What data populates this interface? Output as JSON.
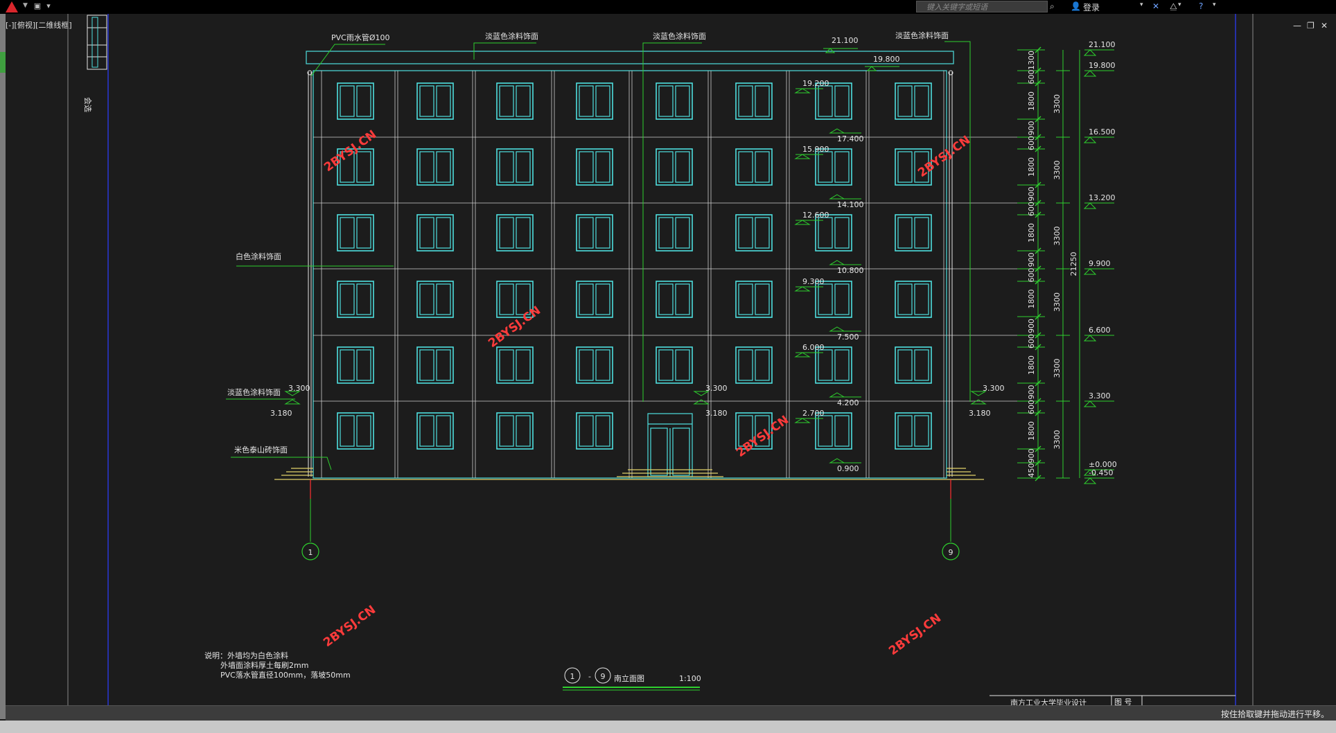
{
  "app": {
    "search_placeholder": "键入关键字或短语",
    "login_label": "登录",
    "viewport_label": "[-][俯视][二维线框]",
    "status_message": "按住拾取键并拖动进行平移。",
    "ws_tag": "会选"
  },
  "drawing": {
    "title": "南立面图",
    "title_axis_start": "1",
    "title_axis_end": "9",
    "title_dash": "-",
    "scale": "1:100",
    "axis_labels": [
      "1",
      "9"
    ],
    "material_labels": {
      "pvc_pipe": "PVC雨水管Ø100",
      "light_blue_1": "淡蓝色涂料饰面",
      "light_blue_2": "淡蓝色涂料饰面",
      "light_blue_3": "淡蓝色涂料饰面",
      "light_blue_left": "淡蓝色涂料饰面",
      "white_paint": "白色涂料饰面",
      "tile": "米色泰山砖饰面"
    },
    "notes": [
      "说明：外墙均为白色涂料",
      "外墙面涂料厚土每刷2mm",
      "PVC落水管直径100mm，落坡50mm"
    ],
    "elevations_middle": [
      "19.200",
      "15.900",
      "12.600",
      "9.300",
      "6.000",
      "2.700"
    ],
    "elevations_window_top": [
      "17.400",
      "14.100",
      "10.800",
      "7.500",
      "4.200",
      "0.900"
    ],
    "elevations_right": [
      "21.100",
      "19.800",
      "16.500",
      "13.200",
      "9.900",
      "6.600",
      "3.300",
      "±0.000",
      "-0.450"
    ],
    "roof_elev": "21.100",
    "parapet_elev": "19.800",
    "floor2_labels": {
      "left_top": "3.300",
      "left_bottom": "3.180",
      "mid_top": "3.300",
      "mid_bottom": "3.180",
      "right_top": "3.300",
      "right_bottom": "3.180"
    },
    "dim_chain_inner": [
      "1300",
      "600",
      "1800",
      "900",
      "600",
      "1800",
      "900",
      "600",
      "1800",
      "900",
      "600",
      "1800",
      "900",
      "600",
      "1800",
      "900",
      "600",
      "1800",
      "900",
      "450"
    ],
    "dim_chain_floor": [
      "3300",
      "3300",
      "3300",
      "3300",
      "3300",
      "3300"
    ],
    "dim_total": "21250",
    "watermark": "2BYSJ.CN",
    "title_block_text": "南方工业大学毕业设计",
    "title_block_cell": "图  号"
  },
  "colors": {
    "background": "#1c1c1c",
    "building_outline": "#4fe0e0",
    "leader": "#2ed12e",
    "text": "#e6e6e6",
    "ground": "#e3d36a",
    "axis": "#2ed12e",
    "watermark": "#ff3b3b",
    "border": "#2530a8"
  }
}
